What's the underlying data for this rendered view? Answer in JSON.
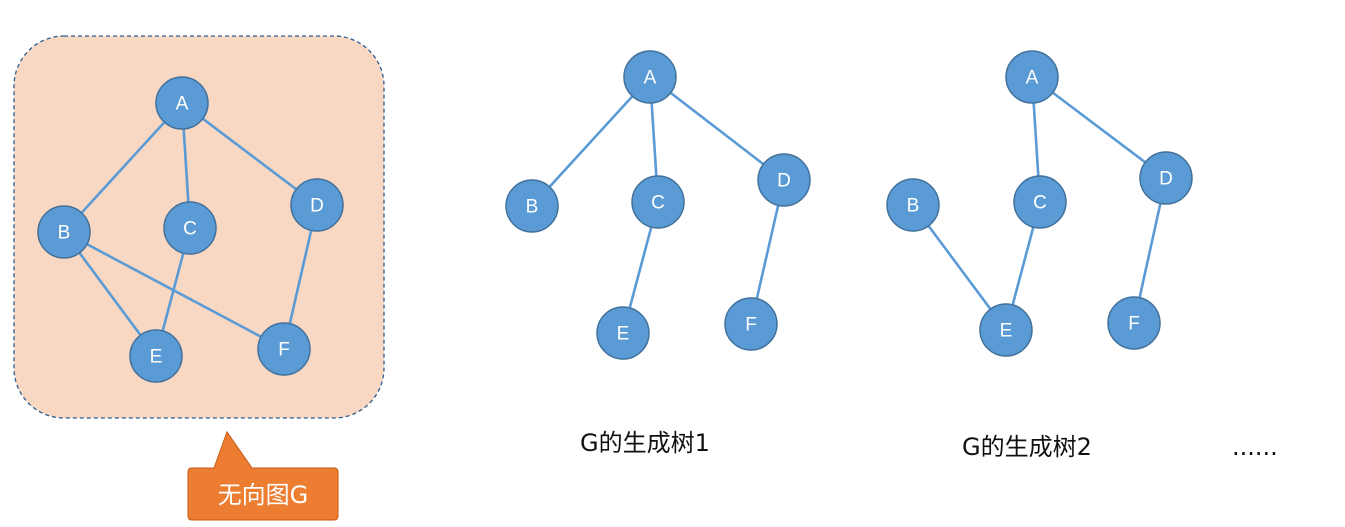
{
  "colors": {
    "node_fill": "#5b9bd5",
    "node_stroke": "#41719c",
    "edge": "#5b9bd5",
    "panel_fill": "#f8d7c3",
    "panel_border": "#2e5d8e",
    "callout_fill": "#ed7d31",
    "callout_stroke": "#c55a11"
  },
  "graphs": [
    {
      "id": "graph-g",
      "caption": "无向图G",
      "nodes": [
        {
          "id": "A",
          "label": "A"
        },
        {
          "id": "B",
          "label": "B"
        },
        {
          "id": "C",
          "label": "C"
        },
        {
          "id": "D",
          "label": "D"
        },
        {
          "id": "E",
          "label": "E"
        },
        {
          "id": "F",
          "label": "F"
        }
      ],
      "edges": [
        [
          "A",
          "B"
        ],
        [
          "A",
          "C"
        ],
        [
          "A",
          "D"
        ],
        [
          "B",
          "E"
        ],
        [
          "B",
          "F"
        ],
        [
          "C",
          "E"
        ],
        [
          "D",
          "F"
        ]
      ]
    },
    {
      "id": "spanning-tree-1",
      "caption": "G的生成树1",
      "nodes": [
        {
          "id": "A",
          "label": "A"
        },
        {
          "id": "B",
          "label": "B"
        },
        {
          "id": "C",
          "label": "C"
        },
        {
          "id": "D",
          "label": "D"
        },
        {
          "id": "E",
          "label": "E"
        },
        {
          "id": "F",
          "label": "F"
        }
      ],
      "edges": [
        [
          "A",
          "B"
        ],
        [
          "A",
          "C"
        ],
        [
          "A",
          "D"
        ],
        [
          "C",
          "E"
        ],
        [
          "D",
          "F"
        ]
      ]
    },
    {
      "id": "spanning-tree-2",
      "caption": "G的生成树2",
      "nodes": [
        {
          "id": "A",
          "label": "A"
        },
        {
          "id": "B",
          "label": "B"
        },
        {
          "id": "C",
          "label": "C"
        },
        {
          "id": "D",
          "label": "D"
        },
        {
          "id": "E",
          "label": "E"
        },
        {
          "id": "F",
          "label": "F"
        }
      ],
      "edges": [
        [
          "A",
          "C"
        ],
        [
          "A",
          "D"
        ],
        [
          "B",
          "E"
        ],
        [
          "C",
          "E"
        ],
        [
          "D",
          "F"
        ]
      ]
    }
  ],
  "ellipsis": "......"
}
